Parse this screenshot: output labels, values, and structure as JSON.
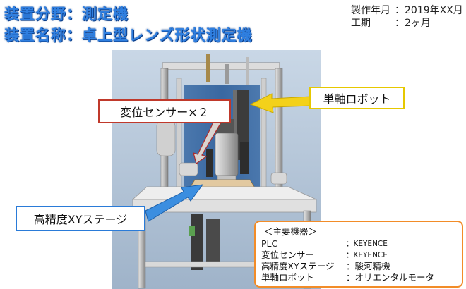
{
  "header": {
    "title1": "装置分野：測定機",
    "title2": "装置名称：卓上型レンズ形状測定機",
    "made_label": "製作年月",
    "made_value": "：2019年XX月",
    "period_label": "工期",
    "period_value": "：2ヶ月"
  },
  "callouts": {
    "sensor": "変位センサー×２",
    "robot": "単軸ロボット",
    "stage": "高精度XYステージ"
  },
  "colors": {
    "title": "#2f7fe0",
    "sensor_border": "#c0392b",
    "robot_border": "#e6c800",
    "stage_border": "#2a7bd8",
    "spec_border": "#f28c28"
  },
  "spec": {
    "header": "＜主要機器＞",
    "rows": [
      {
        "key": "PLC",
        "value": "：KEYENCE"
      },
      {
        "key": "変位センサー",
        "value": "：KEYENCE"
      },
      {
        "key": "高精度XYステージ",
        "value": "：駿河精機"
      },
      {
        "key": "単軸ロボット",
        "value": "：オリエンタルモータ"
      }
    ]
  }
}
